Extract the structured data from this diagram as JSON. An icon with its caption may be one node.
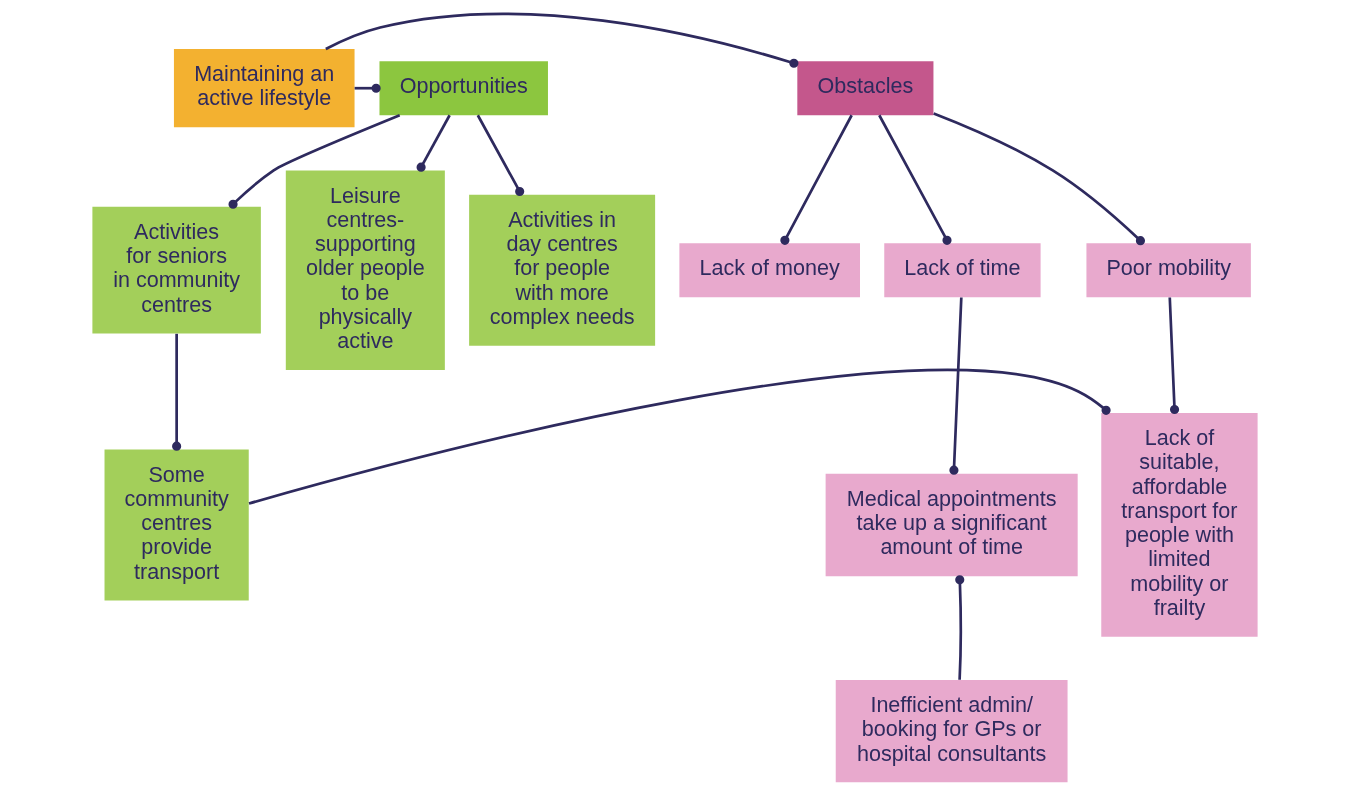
{
  "diagram": {
    "nodes": [
      {
        "text": [
          "Maintaining an active lifestyle"
        ]
      },
      {
        "text": [
          "Obstacles"
        ]
      },
      {
        "text": [
          "Opportunities"
        ]
      },
      {
        "text": [
          "Lack of money"
        ]
      },
      {
        "text": [
          "Lack of time"
        ]
      },
      {
        "text": [
          "Poor mobility"
        ]
      },
      {
        "text": [
          "Medical appointments take up a significant amount of time"
        ]
      },
      {
        "text": [
          "Inefficient admin/ booking for GPs or hospital consultants"
        ]
      },
      {
        "text": [
          "Lack of suitable, affordable transport for people with limited mobility or frailty"
        ]
      },
      {
        "text": [
          "Activities for seniors in community centres"
        ]
      },
      {
        "text": [
          "Leisure centres- supporting older people to be physically active"
        ]
      },
      {
        "text": [
          "Activities in day centres for people with more complex needs"
        ]
      },
      {
        "text": [
          "Some community centres provide transport"
        ]
      }
    ],
    "edges": [
      {
        "from": 0,
        "to": 1,
        "arrow": "other"
      },
      {
        "from": 0,
        "to": 2,
        "arrow": "other"
      },
      {
        "from": 1,
        "to": 3,
        "arrow": "other"
      },
      {
        "from": 1,
        "to": 4,
        "arrow": "other"
      },
      {
        "from": 1,
        "to": 5,
        "arrow": "other"
      },
      {
        "from": 2,
        "to": 9,
        "arrow": "other"
      },
      {
        "from": 2,
        "to": 10,
        "arrow": "other"
      },
      {
        "from": 2,
        "to": 11,
        "arrow": "other"
      },
      {
        "from": 4,
        "to": 6,
        "arrow": "other"
      },
      {
        "from": 7,
        "to": 6,
        "arrow": "other"
      },
      {
        "from": 5,
        "to": 8,
        "arrow": "other"
      },
      {
        "from": 9,
        "to": 12,
        "arrow": "other"
      },
      {
        "from": 12,
        "to": 8,
        "arrow": "other"
      }
    ]
  }
}
